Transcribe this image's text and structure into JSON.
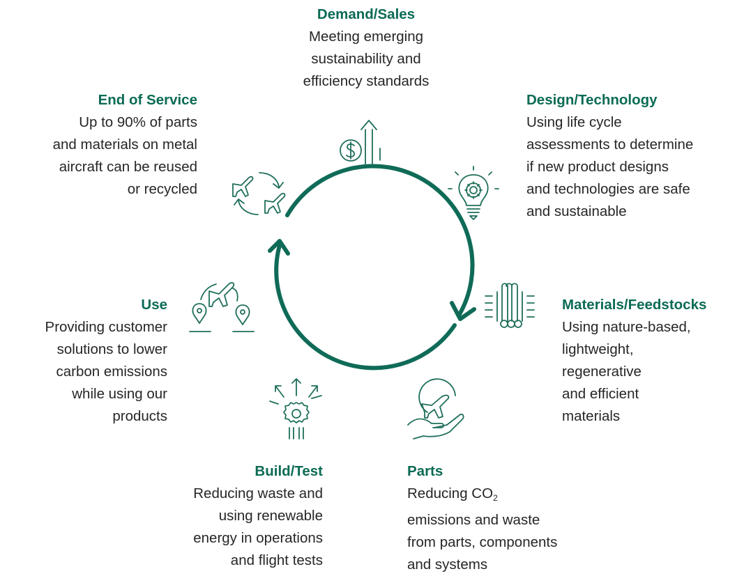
{
  "stages": {
    "demand": {
      "title": "Demand/Sales",
      "lines": [
        "Meeting emerging",
        "sustainability and",
        "efficiency standards"
      ]
    },
    "design": {
      "title": "Design/Technology",
      "lines": [
        "Using life cycle",
        "assessments to determine",
        "if new product designs",
        "and technologies are safe",
        "and sustainable"
      ]
    },
    "materials": {
      "title": "Materials/Feedstocks",
      "lines": [
        "Using nature-based,",
        "lightweight,",
        "regenerative",
        "and efficient",
        "materials"
      ]
    },
    "parts": {
      "title": "Parts",
      "line1_text": "Reducing CO",
      "line1_sub": "2",
      "lines": [
        "emissions and waste",
        "from parts, components",
        "and systems"
      ]
    },
    "build": {
      "title": "Build/Test",
      "lines": [
        "Reducing waste and",
        "using renewable",
        "energy in operations",
        "and flight tests"
      ]
    },
    "use": {
      "title": "Use",
      "lines": [
        "Providing customer",
        "solutions to lower",
        "carbon emissions",
        "while using our",
        "products"
      ]
    },
    "end": {
      "title": "End of Service",
      "lines": [
        "Up to 90% of parts",
        "and materials on metal",
        "aircraft can be reused",
        "or recycled"
      ]
    }
  },
  "icons": [
    "dollar-growth-icon",
    "lightbulb-gear-icon",
    "pipe-bundle-icon",
    "hand-plane-icon",
    "gear-arrows-icon",
    "plane-route-icon",
    "plane-recycle-icon"
  ],
  "colors": {
    "accent": "#0b6b55",
    "icon": "#1f6e5b",
    "text": "#262626"
  }
}
